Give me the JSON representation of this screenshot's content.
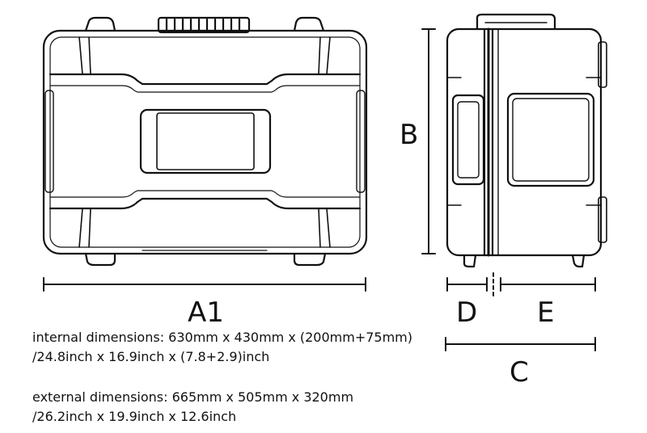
{
  "labels": {
    "a1": "A1",
    "b": "B",
    "c": "C",
    "d": "D",
    "e": "E"
  },
  "notes": {
    "internal_line1": "internal dimensions: 630mm x 430mm x (200mm+75mm)",
    "internal_line2": "/24.8inch x 16.9inch x (7.8+2.9)inch",
    "external_line1": "external dimensions: 665mm x 505mm x 320mm",
    "external_line2": "/26.2inch x 19.9inch x 12.6inch"
  },
  "colors": {
    "ink": "#111111",
    "background": "#ffffff"
  }
}
